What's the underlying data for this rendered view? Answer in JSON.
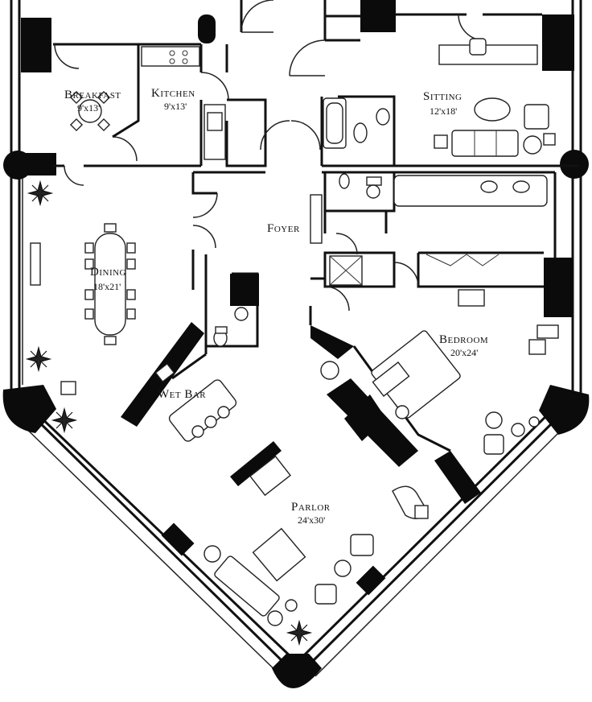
{
  "rooms": {
    "breakfast": {
      "name": "Breakfast",
      "dim": "9'x13'"
    },
    "kitchen": {
      "name": "Kitchen",
      "dim": "9'x13'"
    },
    "sitting": {
      "name": "Sitting",
      "dim": "12'x18'"
    },
    "foyer": {
      "name": "Foyer"
    },
    "dining": {
      "name": "Dining",
      "dim": "18'x21'"
    },
    "bedroom": {
      "name": "Bedroom",
      "dim": "20'x24'"
    },
    "wetbar": {
      "name": "Wet Bar"
    },
    "parlor": {
      "name": "Parlor",
      "dim": "24'x30'"
    }
  }
}
